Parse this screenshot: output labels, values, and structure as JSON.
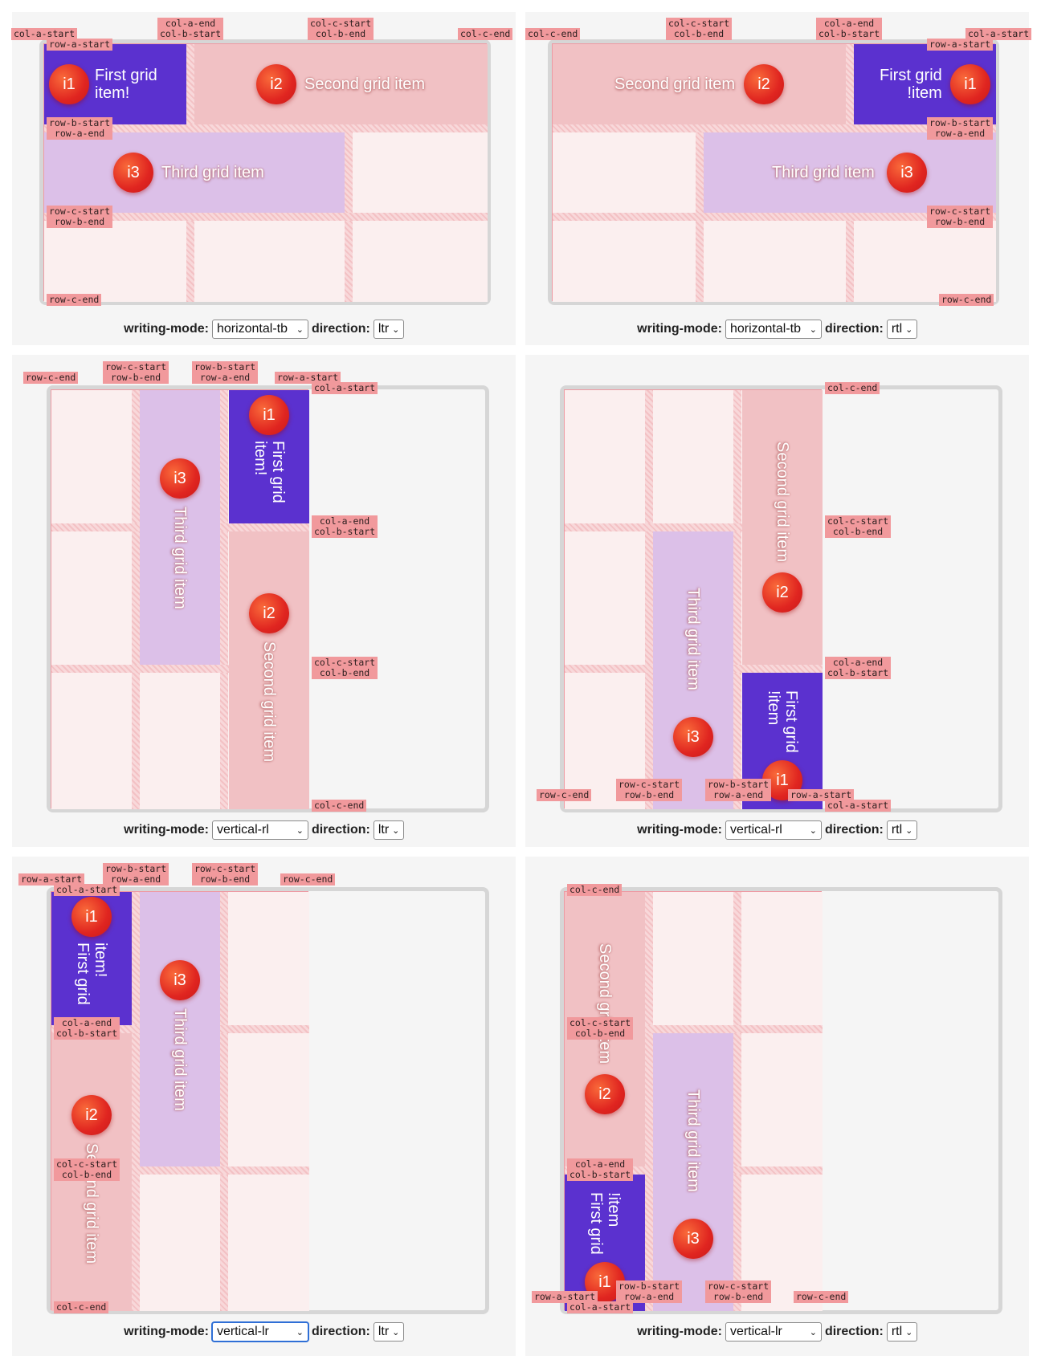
{
  "items": {
    "i1": {
      "badge": "i1",
      "label_ltr": "First grid\nitem!",
      "label_rtl": "First grid\n!item"
    },
    "i2": {
      "badge": "i2",
      "label": "Second grid item"
    },
    "i3": {
      "badge": "i3",
      "label": "Third grid item"
    }
  },
  "tags": {
    "col_a_start": "col-a-start",
    "col_c_end": "col-c-end",
    "col_a_end_b_start": "col-a-end\ncol-b-start",
    "col_c_start_b_end": "col-c-start\ncol-b-end",
    "row_a_start": "row-a-start",
    "row_b_start_a_end": "row-b-start\nrow-a-end",
    "row_c_start_b_end": "row-c-start\nrow-b-end",
    "row_c_end": "row-c-end"
  },
  "controls": {
    "writing_mode_label": "writing-mode:",
    "direction_label": "direction:",
    "panels": [
      {
        "writing_mode": "horizontal-tb",
        "direction": "ltr"
      },
      {
        "writing_mode": "horizontal-tb",
        "direction": "rtl"
      },
      {
        "writing_mode": "vertical-rl",
        "direction": "ltr"
      },
      {
        "writing_mode": "vertical-rl",
        "direction": "rtl"
      },
      {
        "writing_mode": "vertical-lr",
        "direction": "ltr"
      },
      {
        "writing_mode": "vertical-lr",
        "direction": "rtl"
      }
    ]
  },
  "colors": {
    "item1": "#5b31cf",
    "item2": "#f1c1c4",
    "item3": "#dcc0e8",
    "tag": "#f1999c",
    "badge": "#e02520"
  }
}
